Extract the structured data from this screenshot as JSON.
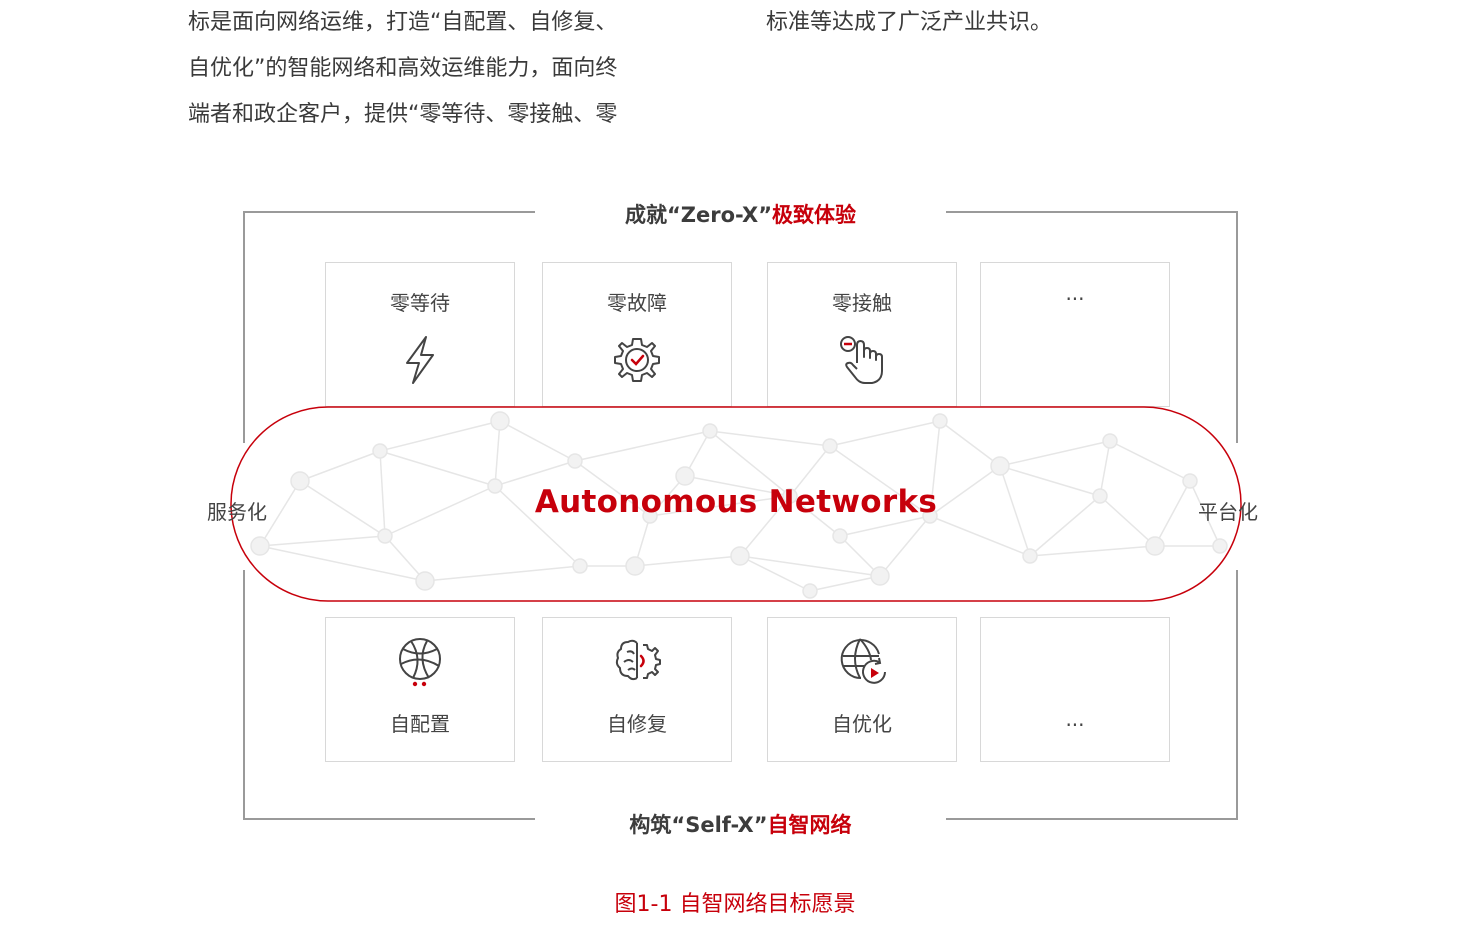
{
  "paragraph": {
    "left_lines": [
      "标是面向网络运维，打造“自配置、自修复、",
      "自优化”的智能网络和高效运维能力，面向终",
      "端者和政企客户，提供“零等待、零接触、零"
    ],
    "right_lines": [
      "标准等达成了广泛产业共识。"
    ]
  },
  "frame": {
    "top_title_prefix": "成就“Zero-X”",
    "top_title_accent": "极致体验",
    "bottom_title_prefix": "构筑“Self-X”",
    "bottom_title_accent": "自智网络"
  },
  "top_cards": [
    {
      "label": "零等待",
      "icon": "lightning-icon"
    },
    {
      "label": "零故障",
      "icon": "gear-check-icon"
    },
    {
      "label": "零接触",
      "icon": "hand-pointer-icon"
    },
    {
      "label": "···",
      "icon": ""
    }
  ],
  "bottom_cards": [
    {
      "label": "自配置",
      "icon": "globe-network-icon"
    },
    {
      "label": "自修复",
      "icon": "brain-gear-icon"
    },
    {
      "label": "自优化",
      "icon": "globe-refresh-icon"
    },
    {
      "label": "···",
      "icon": ""
    }
  ],
  "center": {
    "title": "Autonomous Networks",
    "left_label": "服务化",
    "right_label": "平台化"
  },
  "caption": "图1-1 自智网络目标愿景",
  "colors": {
    "accent": "#c7000b",
    "frame": "#9a9a9a",
    "card_border": "#d8d8d8",
    "network_mesh": "#e4e4e4"
  }
}
